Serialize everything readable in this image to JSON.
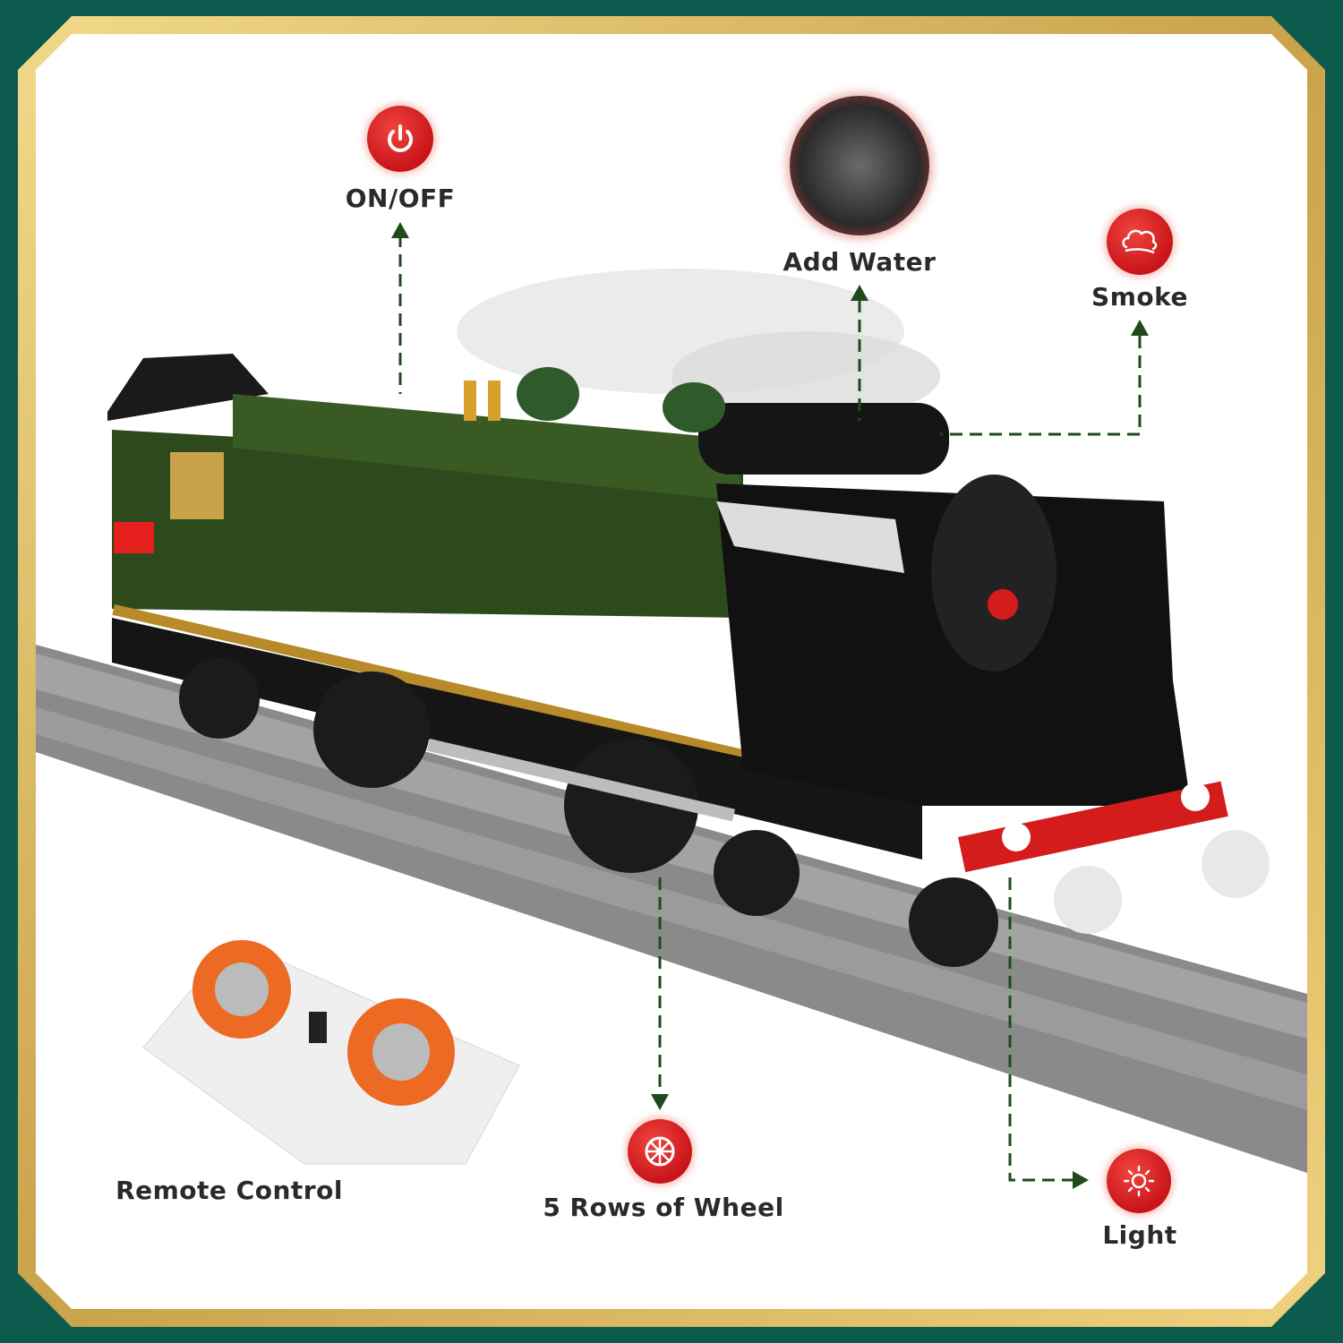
{
  "features": {
    "on_off": {
      "label": "ON/OFF",
      "icon": "power-icon"
    },
    "add_water": {
      "label": "Add Water",
      "icon": "water-tank-photo"
    },
    "smoke": {
      "label": "Smoke",
      "icon": "cloud-icon"
    },
    "wheels": {
      "label": "5 Rows of Wheel",
      "icon": "wheel-icon"
    },
    "light": {
      "label": "Light",
      "icon": "sun-icon"
    },
    "remote": {
      "label": "Remote Control"
    }
  },
  "colors": {
    "accent": "#d8191f",
    "arrow": "#1e4a1e",
    "background": "#0d5a4e",
    "frame": "#d9b35c",
    "train_green": "#2c4a1c"
  }
}
